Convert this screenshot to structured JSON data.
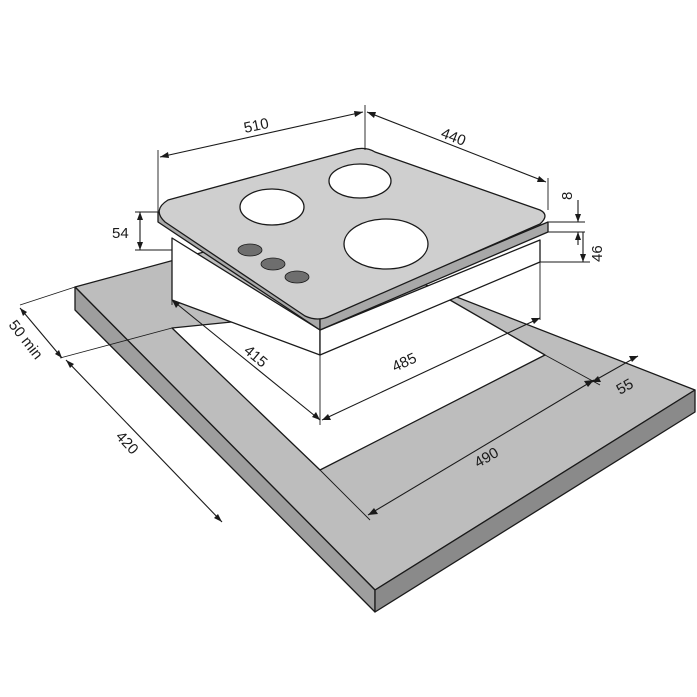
{
  "dimensions": {
    "hob_width": "510",
    "hob_depth": "440",
    "hob_height": "54",
    "glass_thickness": "8",
    "body_depth": "46",
    "cutout_depth": "415",
    "cutout_width": "485",
    "min_front_gap": "50 min",
    "counter_depth": "420",
    "counter_width": "490",
    "min_back_gap": "55"
  },
  "colors": {
    "counter_top": "#bdbdbd",
    "counter_front": "#9e9e9e",
    "counter_side": "#8a8a8a",
    "glass_top": "#cfcfcf",
    "glass_edge": "#a8a8a8",
    "burner_fill": "#ffffff",
    "knob_fill": "#6e6e6e",
    "cutout_fill": "#ffffff",
    "line": "#1a1a1a"
  },
  "controls": {
    "knob_count": 3
  }
}
